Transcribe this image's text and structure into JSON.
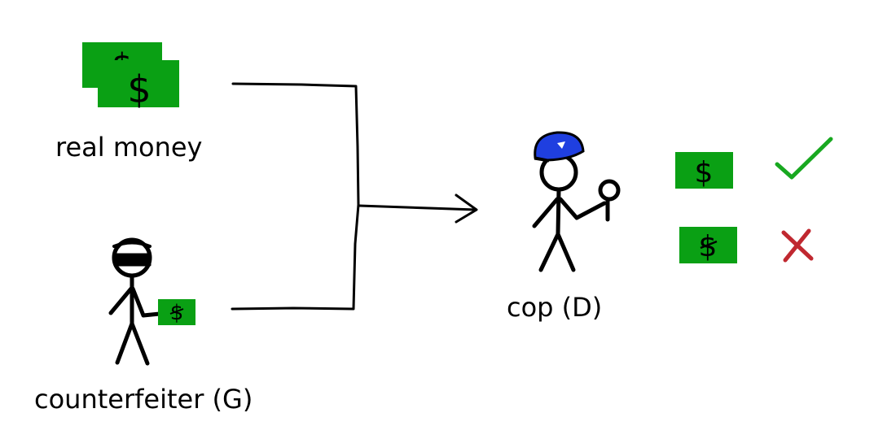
{
  "labels": {
    "real_money": "real money",
    "counterfeiter": "counterfeiter (G)",
    "cop": "cop (D)"
  },
  "symbols": {
    "dollar": "$"
  },
  "colors": {
    "money_green": "#0aa014",
    "cap_blue": "#1f3fe0",
    "check_green": "#18a820",
    "cross_red": "#c02830",
    "ink": "#000000"
  },
  "icons": [
    "dollar-bill-icon",
    "counterfeit-bill-icon",
    "check-icon",
    "cross-icon",
    "arrow-icon"
  ]
}
